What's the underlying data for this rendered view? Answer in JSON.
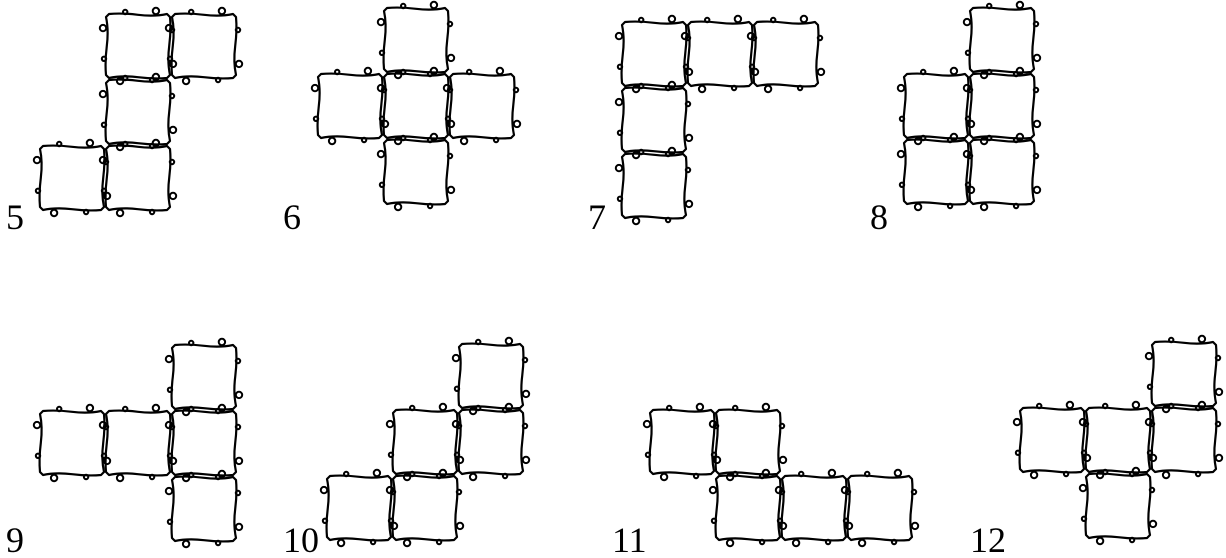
{
  "figures": [
    {
      "label": "5",
      "cells": [
        [
          1,
          0
        ],
        [
          2,
          0
        ],
        [
          1,
          1
        ],
        [
          0,
          2
        ],
        [
          1,
          2
        ]
      ]
    },
    {
      "label": "6",
      "cells": [
        [
          1,
          0
        ],
        [
          0,
          1
        ],
        [
          1,
          1
        ],
        [
          2,
          1
        ],
        [
          1,
          2
        ]
      ]
    },
    {
      "label": "7",
      "cells": [
        [
          0,
          0
        ],
        [
          1,
          0
        ],
        [
          2,
          0
        ],
        [
          0,
          1
        ],
        [
          0,
          2
        ]
      ]
    },
    {
      "label": "8",
      "cells": [
        [
          1,
          0
        ],
        [
          0,
          1
        ],
        [
          1,
          1
        ],
        [
          0,
          2
        ],
        [
          1,
          2
        ]
      ]
    },
    {
      "label": "9",
      "cells": [
        [
          2,
          0
        ],
        [
          0,
          1
        ],
        [
          1,
          1
        ],
        [
          2,
          1
        ],
        [
          2,
          2
        ]
      ]
    },
    {
      "label": "10",
      "cells": [
        [
          2,
          0
        ],
        [
          1,
          1
        ],
        [
          2,
          1
        ],
        [
          0,
          2
        ],
        [
          1,
          2
        ]
      ]
    },
    {
      "label": "11",
      "cells": [
        [
          0,
          0
        ],
        [
          1,
          0
        ],
        [
          1,
          1
        ],
        [
          2,
          1
        ],
        [
          3,
          1
        ]
      ]
    },
    {
      "label": "12",
      "cells": [
        [
          2,
          0
        ],
        [
          0,
          1
        ],
        [
          1,
          1
        ],
        [
          2,
          1
        ],
        [
          1,
          2
        ]
      ]
    }
  ]
}
